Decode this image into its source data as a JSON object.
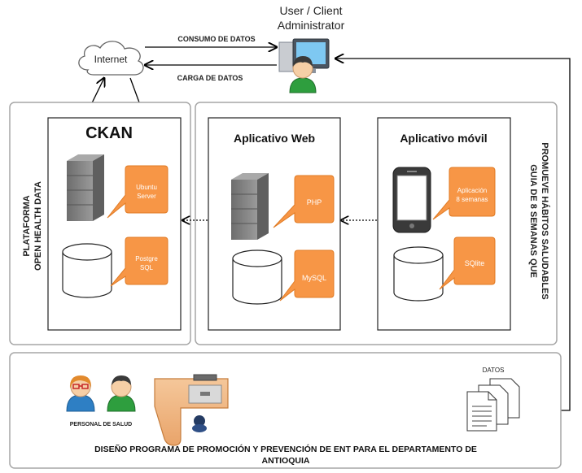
{
  "user": {
    "label_line1": "User / Client",
    "label_line2": "Administrator"
  },
  "internet": {
    "label": "Internet"
  },
  "arrows": {
    "consumo": "CONSUMO DE DATOS",
    "carga": "CARGA DE DATOS"
  },
  "plataforma": {
    "line1": "PLATAFORMA",
    "line2": "OPEN HEALTH DATA"
  },
  "ckan": {
    "title": "CKAN",
    "server_callout": {
      "line1": "Ubuntu",
      "line2": "Server"
    },
    "db_callout": {
      "line1": "Postgre",
      "line2": "SQL"
    }
  },
  "web": {
    "title": "Aplicativo Web",
    "server_callout": "PHP",
    "db_callout": "MySQL"
  },
  "movil": {
    "title": "Aplicativo móvil",
    "phone_callout": {
      "line1": "Aplicación",
      "line2": "8 semanas"
    },
    "db_callout": "SQlite"
  },
  "guia": {
    "line1": "GUIA DE 8 SEMANAS QUE",
    "line2": "PROMUEVE HÁBITOS SALUDABLES"
  },
  "bottom": {
    "personal": "PERSONAL DE SALUD",
    "datos": "DATOS",
    "caption_line1": "DISEÑO PROGRAMA DE PROMOCIÓN Y PREVENCIÓN DE ENT PARA EL DEPARTAMENTO DE",
    "caption_line2": "ANTIOQUIA"
  },
  "colors": {
    "callout_fill": "#f79646",
    "callout_stroke": "#e07b24",
    "frame_gray": "#a6a6a6",
    "server_gray": "#7f7f7f"
  }
}
